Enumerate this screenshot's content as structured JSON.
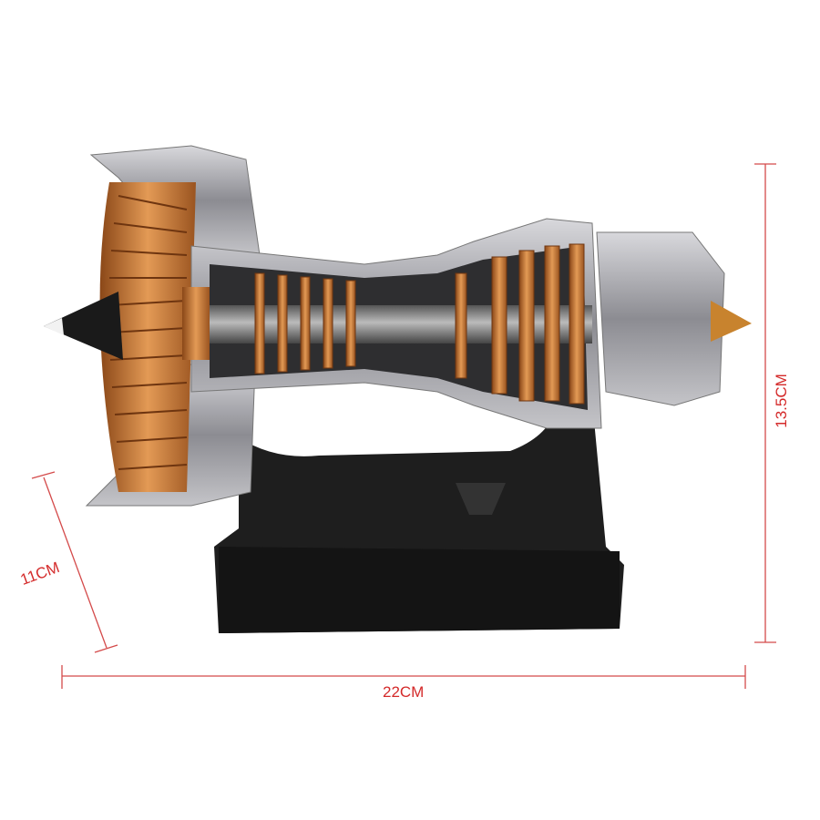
{
  "dimensions": {
    "depth": "11CM",
    "length": "22CM",
    "height": "13.5CM"
  },
  "colors": {
    "dimension_line": "#d44a4a",
    "dimension_text": "#d42a2a",
    "copper": "#c8732e",
    "silver": "#b8b8bc",
    "base": "#1c1c1c"
  }
}
